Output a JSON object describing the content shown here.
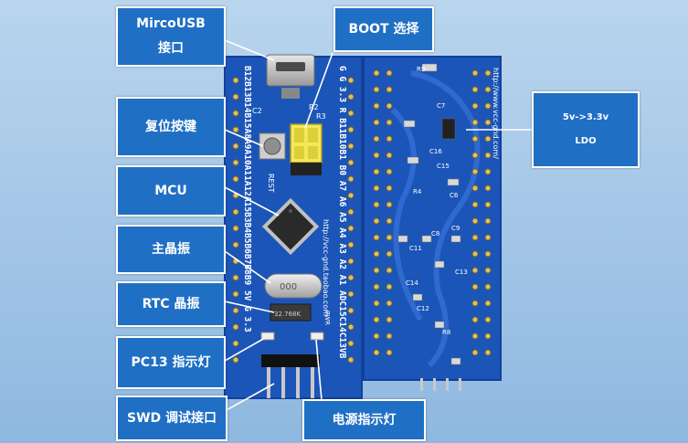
{
  "labels": {
    "usb": {
      "line1": "MircoUSB",
      "line2": "接口"
    },
    "boot": "BOOT 选择",
    "reset": "复位按键",
    "mcu": "MCU",
    "crystal": "主晶振",
    "rtc": "RTC 晶振",
    "pc13": "PC13 指示灯",
    "swd": "SWD 调试接口",
    "power": "电源指示灯",
    "ldo": {
      "line1": "5v->3.3v",
      "line2": "LDO"
    }
  },
  "board": {
    "left_header_top": "B12B13B14B15A8A9A10A11A12A15B3B4B5B6B7B8B9 5V G 3.3",
    "right_header_top": "G G 3.3 R B11B10B1 B0 A7 A6 A5 A4 A3 A2 A1 ADC15C14C13VB",
    "url_left": "http://vcc-gnd.taobao.com",
    "url_right": "http://www.vcc-gnd.com/",
    "reset_label": "REST",
    "crystal_mark": "000",
    "rtc_mark": "32.768K",
    "c2": "C2",
    "r2": "R2",
    "r3": "R3",
    "r9": "R9",
    "r4": "R4",
    "r8": "R8",
    "c6": "C6",
    "c7": "C7",
    "c8": "C8",
    "c9": "C9",
    "c11": "C11",
    "c12": "C12",
    "c13": "C13",
    "c14": "C14",
    "c15": "C15",
    "c16": "C16",
    "pwr": "PWR"
  },
  "colors": {
    "background": "#9fc4e6",
    "pcb": "#1c55b8",
    "pcb_dark": "#12409a",
    "silkscreen": "#ffffff",
    "callout": "#1f6fc4",
    "boot_jumper": "#f2e85a",
    "chip": "#2a2a2a",
    "metal": "#c8c8c8"
  }
}
